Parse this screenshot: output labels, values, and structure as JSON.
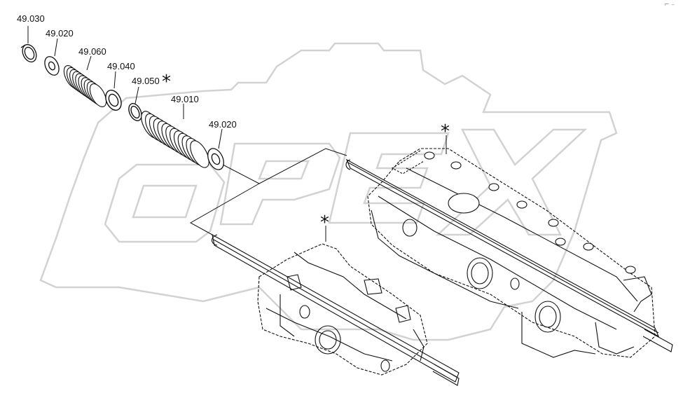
{
  "watermark": {
    "text": "OPEX",
    "color": "#dcdcdc"
  },
  "colors": {
    "line": "#111111",
    "spring_fill": "#ffffff",
    "washer_fill": "#111111"
  },
  "callouts": [
    {
      "id": "c1",
      "label": "49.030"
    },
    {
      "id": "c2",
      "label": "49.020"
    },
    {
      "id": "c3",
      "label": "49.060"
    },
    {
      "id": "c4",
      "label": "49.040"
    },
    {
      "id": "c5",
      "label": "49.050"
    },
    {
      "id": "c6",
      "label": "49.010"
    },
    {
      "id": "c7",
      "label": "49.020"
    }
  ],
  "asterisk": "*",
  "corner_mark": "⌐ –"
}
